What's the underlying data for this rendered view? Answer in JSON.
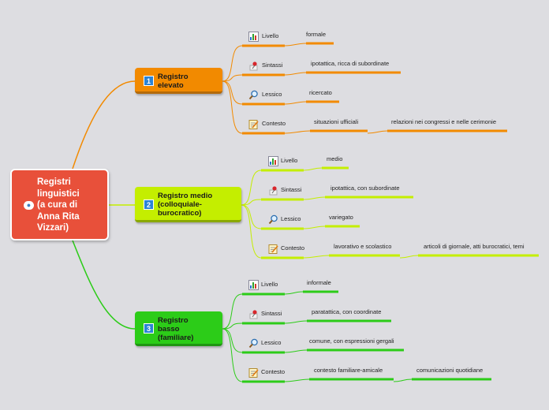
{
  "root": {
    "title": "Registri\nlinguistici\n(a cura di\nAnna Rita\nVizzari)",
    "icon": "comment-icon"
  },
  "branches": [
    {
      "number": "1",
      "label": "Registro\nelevato",
      "color": "#f28a00",
      "topics": [
        {
          "label": "Livello",
          "icon": "bar-chart-icon",
          "values": [
            "formale"
          ]
        },
        {
          "label": "Sintassi",
          "icon": "pushpin-icon",
          "values": [
            "ipotattica, ricca di subordinate"
          ]
        },
        {
          "label": "Lessico",
          "icon": "magnifier-icon",
          "values": [
            "ricercato"
          ]
        },
        {
          "label": "Contesto",
          "icon": "notepad-icon",
          "values": [
            "situazioni ufficiali",
            "relazioni nei congressi e nelle cerimonie"
          ]
        }
      ]
    },
    {
      "number": "2",
      "label": "Registro medio\n(colloquiale-\nburocratico)",
      "color": "#c4ee00",
      "topics": [
        {
          "label": "Livello",
          "icon": "bar-chart-icon",
          "values": [
            "medio"
          ]
        },
        {
          "label": "Sintassi",
          "icon": "pushpin-icon",
          "values": [
            "ipotattica, con subordinate"
          ]
        },
        {
          "label": "Lessico",
          "icon": "magnifier-icon",
          "values": [
            "variegato"
          ]
        },
        {
          "label": "Contesto",
          "icon": "notepad-icon",
          "values": [
            "lavorativo e scolastico",
            "articoli di giornale, atti burocratici, temi"
          ]
        }
      ]
    },
    {
      "number": "3",
      "label": "Registro\nbasso\n(familiare)",
      "color": "#2ccc18",
      "topics": [
        {
          "label": "Livello",
          "icon": "bar-chart-icon",
          "values": [
            "informale"
          ]
        },
        {
          "label": "Sintassi",
          "icon": "pushpin-icon",
          "values": [
            "paratattica, con coordinate"
          ]
        },
        {
          "label": "Lessico",
          "icon": "magnifier-icon",
          "values": [
            "comune, con espressioni gergali"
          ]
        },
        {
          "label": "Contesto",
          "icon": "notepad-icon",
          "values": [
            "contesto familiare-amicale",
            "comunicazioni quotidiane"
          ]
        }
      ]
    }
  ]
}
